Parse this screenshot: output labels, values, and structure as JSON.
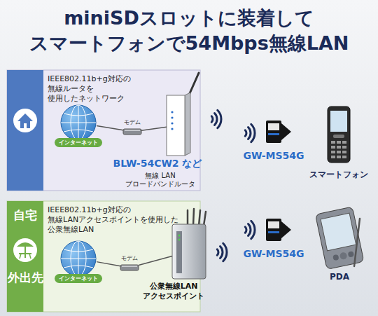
{
  "diagram": {
    "title": "miniSDスロットに装着して スマートフォンで54Mbps無線LAN",
    "nodes": [
      {
        "text": [
          "自宅",
          "IEEE802.11b+g対応の 無線ルータを 使用したネットワーク"
        ]
      },
      {
        "text": [
          "インターネット"
        ],
        "in": 0
      },
      {
        "text": [
          "モデム"
        ],
        "in": 0
      },
      {
        "text": [
          "BLW-54CW2 など",
          "無線 LAN ブロードバンドルータ"
        ],
        "in": 0
      },
      {
        "text": [
          "GW-MS54G"
        ]
      },
      {
        "text": [
          "スマートフォン"
        ]
      },
      {
        "text": [
          "外出先",
          "IEEE802.11b+g対応の 無線LANアクセスポイントを使用した 公衆無線LAN"
        ]
      },
      {
        "text": [
          "インターネット"
        ],
        "in": 6
      },
      {
        "text": [
          "モデム"
        ],
        "in": 6
      },
      {
        "text": [
          "公衆無線LAN アクセスポイント"
        ],
        "in": 6
      },
      {
        "text": [
          "GW-MS54G"
        ]
      },
      {
        "text": [
          "PDA"
        ]
      }
    ],
    "edges": [
      {
        "from": 1,
        "to": 2,
        "arrow": "none"
      },
      {
        "from": 2,
        "to": 3,
        "arrow": "none"
      },
      {
        "from": 7,
        "to": 8,
        "arrow": "none"
      },
      {
        "from": 8,
        "to": 9,
        "arrow": "none"
      }
    ]
  }
}
